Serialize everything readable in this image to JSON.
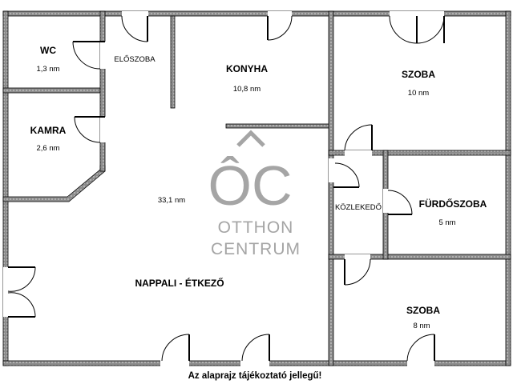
{
  "rooms": {
    "wc": {
      "name": "WC",
      "area": "1,3 nm"
    },
    "eloszoba": {
      "name": "ELŐSZOBA"
    },
    "konyha": {
      "name": "KONYHA",
      "area": "10,8 nm"
    },
    "szoba_top": {
      "name": "SZOBA",
      "area": "10 nm"
    },
    "kamra": {
      "name": "KAMRA",
      "area": "2,6 nm"
    },
    "nappali": {
      "name": "NAPPALI - ÉTKEZŐ",
      "area": "33,1 nm"
    },
    "kozlekedo": {
      "name": "KÖZLEKEDŐ"
    },
    "furdoszoba": {
      "name": "FÜRDŐSZOBA",
      "area": "5 nm"
    },
    "szoba_bottom": {
      "name": "SZOBA",
      "area": "8 nm"
    }
  },
  "logo": {
    "monogram": "ÔC",
    "line1": "OTTHON",
    "line2": "CENTRUM"
  },
  "caption": "Az alaprajz tájékoztató jellegű!",
  "colors": {
    "wall": "#8c8c8c",
    "wall_edge": "#000000",
    "logo": "#a5a5a5"
  }
}
